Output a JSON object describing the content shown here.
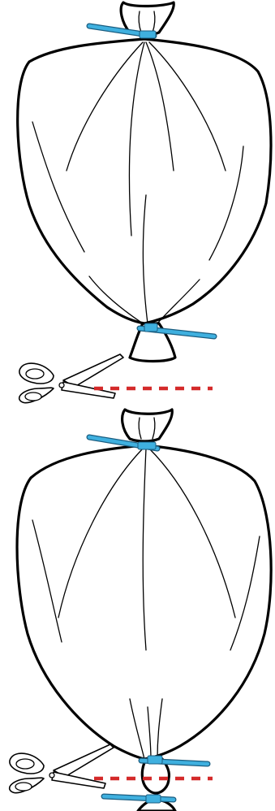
{
  "colors": {
    "tie": "#3fb0df",
    "tie_outline": "#1a5d80",
    "cut_line": "#d42a2a",
    "bag_fill": "#ffffff",
    "outline": "#000000"
  },
  "icons": {
    "scissors": "scissors-icon",
    "bag": "tied-bag-icon",
    "twist_tie": "twist-tie-icon"
  },
  "steps": [
    {
      "bag": "bag-tied-top-and-bottom",
      "cut": "cut-below-bottom-tie"
    },
    {
      "bag": "bag-tied-top-and-bottom",
      "cut": "cut-through-bottom-knot"
    }
  ]
}
